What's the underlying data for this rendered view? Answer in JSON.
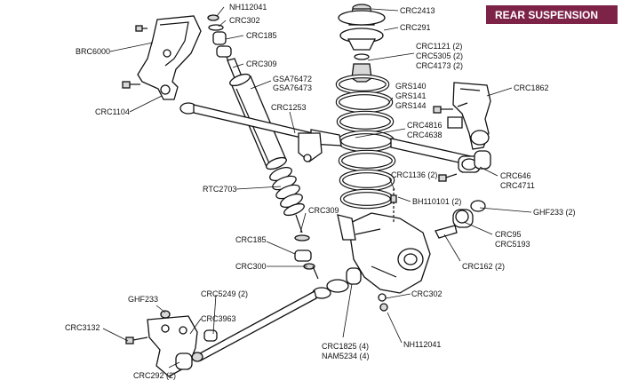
{
  "banner": {
    "text": "REAR SUSPENSION",
    "color": "#7d2348"
  },
  "labels": {
    "nh112041_top": "NH112041",
    "crc302_top": "CRC302",
    "crc185_top": "CRC185",
    "brc6000": "BRC6000",
    "crc309_top": "CRC309",
    "gsa76472": "GSA76472",
    "gsa76473": "GSA76473",
    "crc1104": "CRC1104",
    "crc1253": "CRC1253",
    "rtc2703": "RTC2703",
    "crc309_mid": "CRC309",
    "crc185_mid": "CRC185",
    "crc300": "CRC300",
    "crc2413": "CRC2413",
    "crc291": "CRC291",
    "crc1121": "CRC1121 (2)",
    "crc5305": "CRC5305 (2)",
    "crc4173": "CRC4173 (2)",
    "grs140": "GRS140",
    "grs141": "GRS141",
    "grs144": "GRS144",
    "crc4816": "CRC4816",
    "crc4638": "CRC4638",
    "crc1862": "CRC1862",
    "crc646": "CRC646",
    "crc4711": "CRC4711",
    "crc1136": "CRC1136 (2)",
    "bh110101": "BH110101 (2)",
    "ghf233_right": "GHF233 (2)",
    "crc95": "CRC95",
    "crc5193": "CRC5193",
    "crc162": "CRC162 (2)",
    "crc302_bot": "CRC302",
    "nh112041_bot": "NH112041",
    "crc1825": "CRC1825 (4)",
    "nam5234": "NAM5234 (4)",
    "crc5249": "CRC5249 (2)",
    "ghf233_left": "GHF233",
    "crc3963": "CRC3963",
    "crc3132": "CRC3132",
    "crc292": "CRC292 (2)"
  }
}
